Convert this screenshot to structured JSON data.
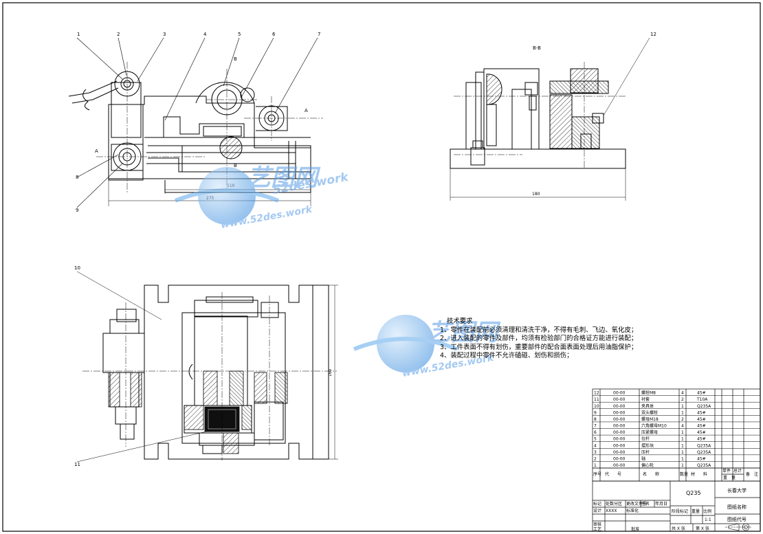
{
  "drawing": {
    "part_numbers": [
      "1",
      "2",
      "3",
      "4",
      "5",
      "6",
      "7",
      "8",
      "9",
      "10",
      "11",
      "12"
    ],
    "section_label": "B-B",
    "section_markers": {
      "a1": "A",
      "a2": "A",
      "b1": "B",
      "b2": "B"
    },
    "dimensions": {
      "d110": "110",
      "d275": "275",
      "d180": "180",
      "d160": "160"
    }
  },
  "watermark": {
    "name": "艺图网",
    "url1": "52des.work",
    "url2": "www.52des.work",
    "url3": "www.52des.work"
  },
  "tech_requirements": {
    "title": "技术要求",
    "items": [
      "1、零件在装配前必须清理和清洗干净，不得有毛刺、飞边、氧化皮；",
      "2、进入装配的零件及部件，均须有检验部门的合格证方能进行装配；",
      "3、工件表面不得有划伤，重要部件的配合面表面处理后用油脂保护；",
      "4、装配过程中零件不允许磕碰、划伤和损伤；"
    ]
  },
  "bom": {
    "rows": [
      {
        "no": "12",
        "code": "00-00",
        "name": "螺栓M8",
        "qty": "4",
        "mat": "45#"
      },
      {
        "no": "11",
        "code": "00-00",
        "name": "衬套",
        "qty": "2",
        "mat": "T10A"
      },
      {
        "no": "10",
        "code": "00-00",
        "name": "夹具体",
        "qty": "1",
        "mat": "Q235A"
      },
      {
        "no": "9",
        "code": "00-00",
        "name": "双头螺栓",
        "qty": "1",
        "mat": "45#"
      },
      {
        "no": "8",
        "code": "00-00",
        "name": "螺母M18",
        "qty": "2",
        "mat": "45#"
      },
      {
        "no": "7",
        "code": "00-00",
        "name": "六角螺母M10",
        "qty": "4",
        "mat": "45#"
      },
      {
        "no": "6",
        "code": "00-00",
        "name": "压紧螺母",
        "qty": "1",
        "mat": "45#"
      },
      {
        "no": "5",
        "code": "00-00",
        "name": "拉杆",
        "qty": "1",
        "mat": "45#"
      },
      {
        "no": "4",
        "code": "00-00",
        "name": "摆形块",
        "qty": "1",
        "mat": "Q235A"
      },
      {
        "no": "3",
        "code": "00-00",
        "name": "压杆",
        "qty": "1",
        "mat": "Q235A"
      },
      {
        "no": "2",
        "code": "00-00",
        "name": "轴",
        "qty": "1",
        "mat": "45#"
      },
      {
        "no": "1",
        "code": "00-00",
        "name": "偏心轮",
        "qty": "1",
        "mat": "Q235A"
      }
    ],
    "header": {
      "no": "序号",
      "code": "代　　号",
      "name": "名　　称",
      "qty": "数量",
      "mat": "材　　料",
      "unit": "单件",
      "total": "总计",
      "weight": "重　量",
      "remark": "备　注"
    }
  },
  "title_block": {
    "material": "Q235",
    "school": "长春大学",
    "drawing_name": "图纸名称",
    "drawing_code": "图纸代号",
    "mark": "标记",
    "count": "处数",
    "zone": "分区",
    "change_doc": "更改文件号",
    "sign": "签名",
    "date": "年月日",
    "design": "设计",
    "designer": "XXXX",
    "standard": "标准化",
    "stage_mark": "阶段标记",
    "weight": "重量",
    "scale": "比例",
    "scale_value": "1:1",
    "review": "审核",
    "process": "工艺",
    "approve": "批准",
    "sheets_total": "共 X 张",
    "sheet_no": "第 X 张"
  }
}
